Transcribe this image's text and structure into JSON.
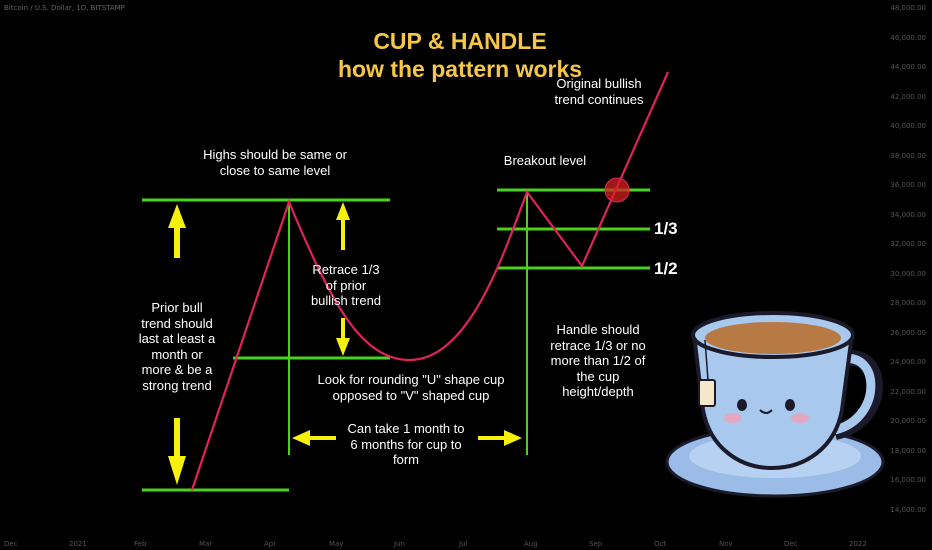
{
  "symbol_bar": "Bitcoin / U.S. Dollar, 1D, BITSTAMP",
  "title": {
    "line1": "CUP & HANDLE",
    "line2": "how the pattern works"
  },
  "annotations": {
    "highs": [
      "Highs should be same or",
      "close to same level"
    ],
    "retrace": [
      "Retrace 1/3",
      "of prior",
      "bullish trend"
    ],
    "prior_bull": [
      "Prior bull",
      "trend should",
      "last at least a",
      "month or",
      "more & be a",
      "strong trend"
    ],
    "rounding": [
      "Look for rounding \"U\" shape cup",
      "opposed to \"V\" shaped cup"
    ],
    "duration": [
      "Can take 1 month to",
      "6 months for cup to",
      "form"
    ],
    "breakout": "Breakout level",
    "original": [
      "Original bullish",
      "trend continues"
    ],
    "handle": [
      "Handle should",
      "retrace 1/3 or no",
      "more than 1/2 of",
      "the cup",
      "height/depth"
    ],
    "third": "1/3",
    "half": "1/2"
  },
  "price_axis": [
    "48,000.00",
    "46,000.00",
    "44,000.00",
    "42,000.00",
    "40,000.00",
    "38,000.00",
    "36,000.00",
    "34,000.00",
    "32,000.00",
    "30,000.00",
    "28,000.00",
    "26,000.00",
    "24,000.00",
    "22,000.00",
    "20,000.00",
    "18,000.00",
    "16,000.00",
    "14,000.00"
  ],
  "time_axis": [
    "Dec",
    "2021",
    "Feb",
    "Mar",
    "Apr",
    "May",
    "Jun",
    "Jul",
    "Aug",
    "Sep",
    "Oct",
    "Nov",
    "Dec",
    "2022"
  ],
  "colors": {
    "title": "#f6c646",
    "lines": "#4cd21a",
    "curve": "#e2225a",
    "arrows": "#f6f10a",
    "cup": "#a9c8ee"
  }
}
